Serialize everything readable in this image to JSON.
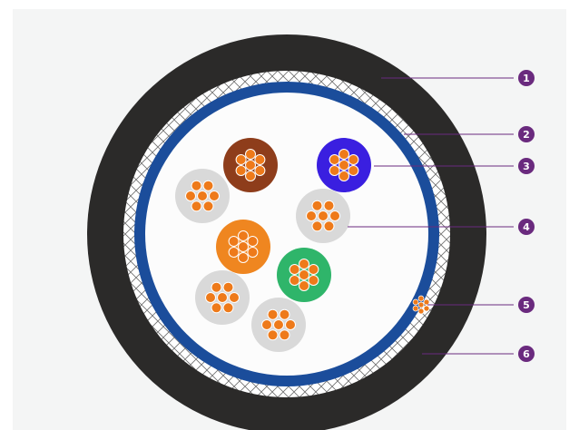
{
  "colors": {
    "panel": "#f4f5f5",
    "outer_sheath": "#2b2a29",
    "braid_background": "#ffffff",
    "braid_lines": "#6f6f6f",
    "inner_sheath": "#1b4d9b",
    "filler": "#fcfcfc",
    "leader_line": "#6a2a7e",
    "badge": "#6a2a7e",
    "badge_text": "#ffffff",
    "copper_strand": "#ee7a1a",
    "strand_outline": "#ffffff"
  },
  "conductors": [
    {
      "id": "brown-core",
      "color": "#8e3d1b"
    },
    {
      "id": "blue-core",
      "color": "#3a1fe0"
    },
    {
      "id": "gray-core-1",
      "color": "#d9d9d9"
    },
    {
      "id": "gray-core-2",
      "color": "#d9d9d9"
    },
    {
      "id": "orange-core",
      "color": "#ef8620"
    },
    {
      "id": "green-core",
      "color": "#2fb56a"
    },
    {
      "id": "gray-core-3",
      "color": "#d9d9d9"
    },
    {
      "id": "gray-core-4",
      "color": "#d9d9d9"
    }
  ],
  "callouts": [
    {
      "number": "1"
    },
    {
      "number": "2"
    },
    {
      "number": "3"
    },
    {
      "number": "4"
    },
    {
      "number": "5"
    },
    {
      "number": "6"
    }
  ]
}
